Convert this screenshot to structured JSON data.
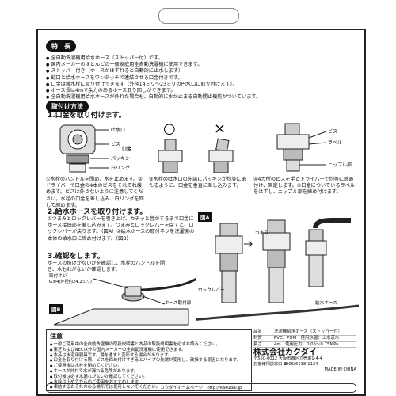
{
  "features": {
    "label": "特　長",
    "items": [
      "全自動洗濯機用給水ホース（ストッパー付）です。",
      "国内メーカーのほとんどの一般家庭用全自動洗濯機に使用できます。",
      "ストッパー付き（ホースがはずれると自動的に止水します）",
      "蛇口と給水ホースをワンタッチで連結させる口金付きです。",
      "口金は横水栓に取り付けできます（外径14ミリ〜23ミリの円水口に取り付けます）。",
      "ホース長は4mで余力のあるホース取り回しができます。",
      "全自動洗濯機用給水ホースが外れた場合も、自動的に水が止まる自動閉止機能がついています。"
    ]
  },
  "install": {
    "label": "取付け方法",
    "step1_title": "1.口金を取り付けます。",
    "fig1_labels": [
      "吐水口",
      "ビス",
      "パッキン",
      "口金",
      "白リング"
    ],
    "ok_symbol": "○",
    "ng_symbol": "×",
    "fig3_labels": [
      "ビス",
      "ラベル",
      "ニップル部"
    ],
    "note1": "①水栓のハンドルを閉め、水を止めます。②ドライバーで口金の4本のビスをそれぞれ緩めます。ビスは外さないように注意してください。水栓の口金を差し込み、白リングを回して締めます。",
    "note2": "③水栓の吐水口の先端にパッキンが均等にあたるように、口金を垂直に差し込みます。",
    "note3": "④4カ所のビスを手とドライバーで均等に締め付け、固定します。⑤口金についているラベルをはずし、ニップル部を締め付けます。",
    "step2_title": "2.給水ホースを取り付けます。",
    "step2_text": "①つまみとロックレバーを引き上げ、カチッと音がするまで口金にホース接続部を差し込みます。つまみとロックレバーを戻すと、ロックレバーが戻ります。（図A）②給水ホースの取付ネジを洗濯機の本体の給水口に締め付けます。（図B）",
    "step3_title": "3.確認をします。",
    "step3_text": "ホースの抜けがないかを確認し、水栓のハンドルを開き、水もれがないか確認します。",
    "figA_tag": "図A",
    "figB_tag": "図B",
    "figA_labels": [
      "つまみ",
      "ロックレバー",
      "給水ホース"
    ],
    "figB_labels": [
      "取付ネジ",
      "G3/4(外径約24.2ミリ)",
      "ホース取付部"
    ]
  },
  "caution": {
    "title": "注意",
    "items": [
      "一部ご使用中の全自動洗濯機の取扱説明書と本品の取扱説明書を必ずお読みください。",
      "東芝およびNEC以外の国内メーカーの全自動洗濯機に使用できます。",
      "本品は水道用器具です。湯を通すと変形する場合があります。",
      "口金を取り付ける際、ビスを締め付けすぎるとパイプの先端が変形し、破損する原因になります。",
      "ご使用後は水栓を閉めてください。",
      "ホースが外れて水が漏れる危険があります。",
      "取付後は必ず水漏れがないか確認してください。",
      "水栓は止めてからのご使用をおすすめします。",
      "凍結するおそれのある場所では使用しないでください。"
    ]
  },
  "spec": {
    "rows": [
      [
        "品名",
        "洗濯機給水ホース（ストッパー付）"
      ],
      [
        "材質",
        "PVC、POM　使用水温：上水道水"
      ],
      [
        "長さ",
        "4m　使用圧力：0.05〜0.75MPa"
      ]
    ],
    "company": "株式会社カクダイ",
    "address": "〒550-0012 大阪市西区立売堀1-4-4",
    "tel": "お客様相談窓口 ☎06(6538)1124",
    "made": "MADE IN CHINA"
  },
  "footer": {
    "web": "カクダイホームページ　http://kakudai.jp"
  }
}
